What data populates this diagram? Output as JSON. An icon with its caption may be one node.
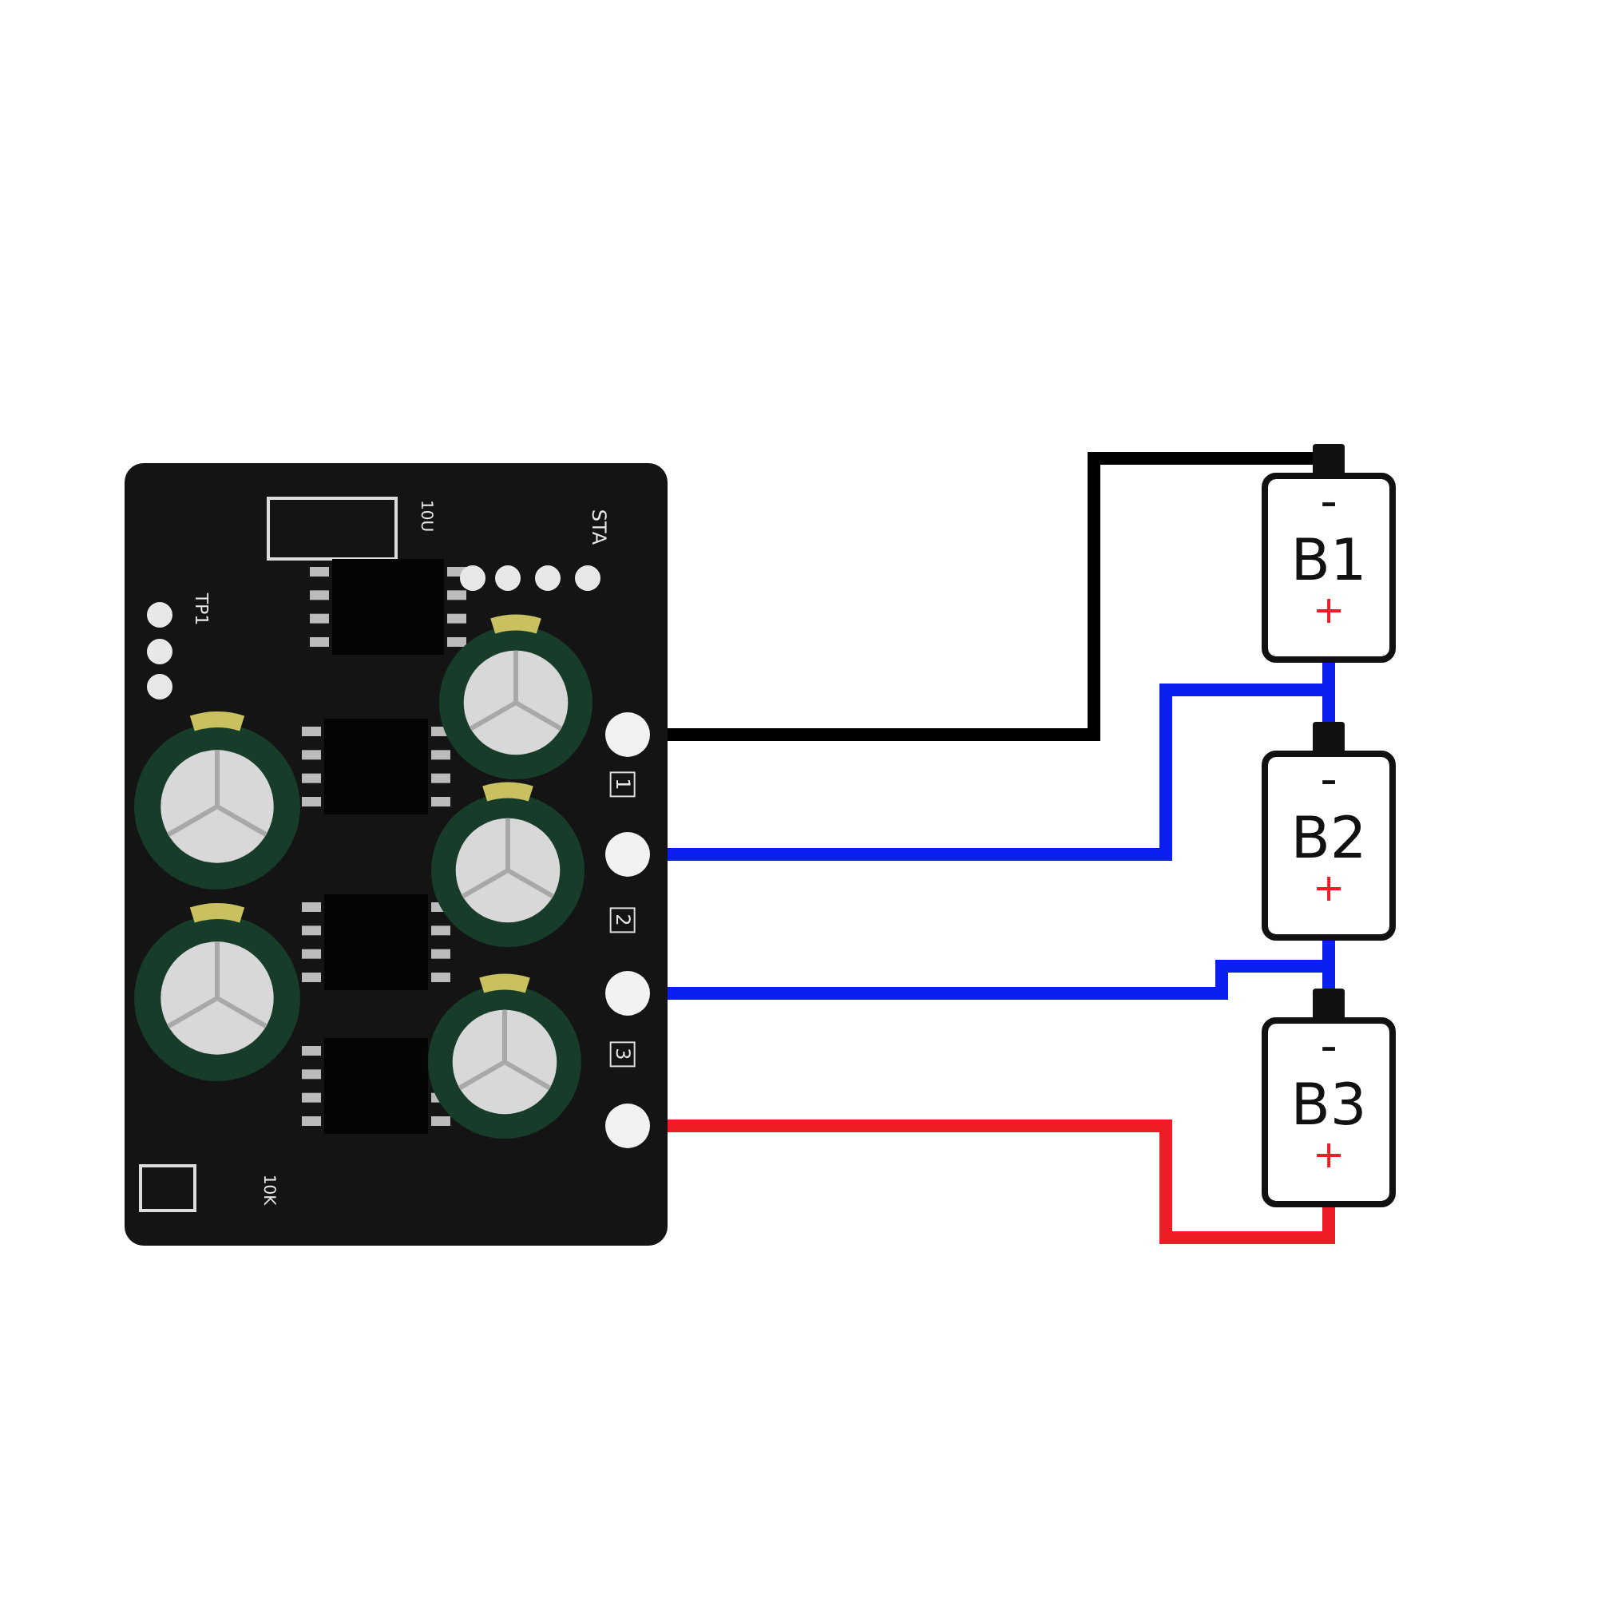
{
  "diagram": {
    "nodes": [
      {
        "text": [],
        "shape": "picture"
      },
      {
        "text": [],
        "shape": "circle",
        "in": 0
      },
      {
        "text": [],
        "shape": "circle",
        "in": 0
      },
      {
        "text": [],
        "shape": "circle",
        "in": 0
      },
      {
        "text": [],
        "shape": "circle",
        "in": 0
      },
      {
        "text": [
          "-",
          "B1",
          "+"
        ]
      },
      {
        "text": [
          "-",
          "B2",
          "+"
        ]
      },
      {
        "text": [
          "-",
          "B3",
          "+"
        ]
      }
    ],
    "edges": [
      {
        "from": 1,
        "to": 5,
        "arrow": "none",
        "color": "#000000"
      },
      {
        "from": 2,
        "to": 5,
        "arrow": "none"
      },
      {
        "from": 2,
        "to": 6,
        "arrow": "none"
      },
      {
        "from": 3,
        "to": 6,
        "arrow": "none"
      },
      {
        "from": 3,
        "to": 7,
        "arrow": "none"
      },
      {
        "from": 4,
        "to": 7,
        "arrow": "none",
        "color": "#ee1c25"
      }
    ],
    "labels": [
      "10U",
      "STA",
      "TP1",
      "1",
      "2",
      "3",
      "10K"
    ]
  }
}
